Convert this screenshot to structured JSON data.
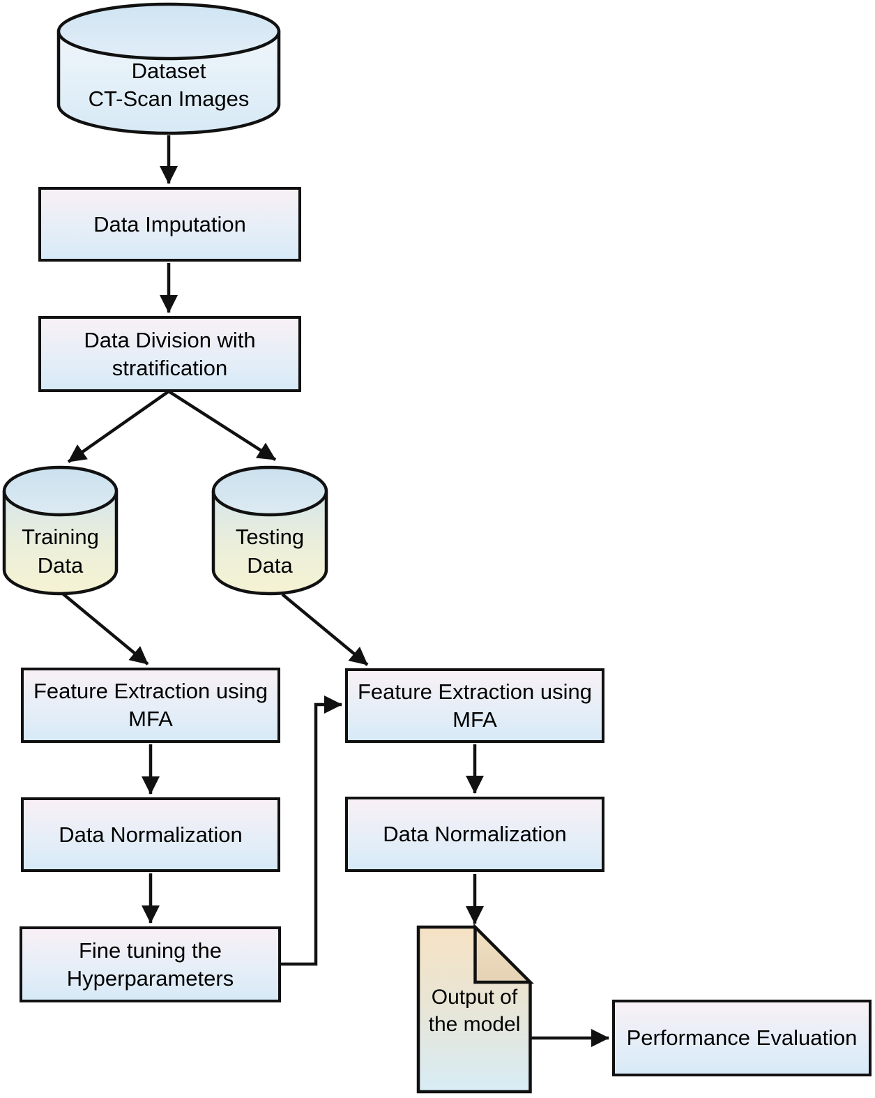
{
  "diagram": {
    "kind": "flowchart",
    "nodes": {
      "dataset": {
        "shape": "cylinder",
        "lines": [
          "Dataset",
          "CT-Scan Images"
        ]
      },
      "data_imputation": {
        "shape": "process",
        "lines": [
          "Data Imputation"
        ]
      },
      "data_division": {
        "shape": "process",
        "lines": [
          "Data Division with",
          "stratification"
        ]
      },
      "training_data": {
        "shape": "cylinder",
        "lines": [
          "Training",
          "Data"
        ]
      },
      "testing_data": {
        "shape": "cylinder",
        "lines": [
          "Testing",
          "Data"
        ]
      },
      "feature_extraction_training": {
        "shape": "process",
        "lines": [
          "Feature Extraction using",
          "MFA"
        ]
      },
      "feature_extraction_testing": {
        "shape": "process",
        "lines": [
          "Feature Extraction using",
          "MFA"
        ]
      },
      "data_normalization_training": {
        "shape": "process",
        "lines": [
          "Data Normalization"
        ]
      },
      "data_normalization_testing": {
        "shape": "process",
        "lines": [
          "Data Normalization"
        ]
      },
      "fine_tuning": {
        "shape": "process",
        "lines": [
          "Fine tuning the",
          "Hyperparameters"
        ]
      },
      "model_output": {
        "shape": "document",
        "lines": [
          "Output of",
          "the model"
        ]
      },
      "performance_evaluation": {
        "shape": "process",
        "lines": [
          "Performance Evaluation"
        ]
      }
    },
    "edges": [
      {
        "from": "dataset",
        "to": "data_imputation"
      },
      {
        "from": "data_imputation",
        "to": "data_division"
      },
      {
        "from": "data_division",
        "to": "training_data"
      },
      {
        "from": "data_division",
        "to": "testing_data"
      },
      {
        "from": "training_data",
        "to": "feature_extraction_training"
      },
      {
        "from": "testing_data",
        "to": "feature_extraction_testing"
      },
      {
        "from": "feature_extraction_training",
        "to": "data_normalization_training"
      },
      {
        "from": "data_normalization_training",
        "to": "fine_tuning"
      },
      {
        "from": "fine_tuning",
        "to": "feature_extraction_testing"
      },
      {
        "from": "feature_extraction_testing",
        "to": "data_normalization_testing"
      },
      {
        "from": "data_normalization_testing",
        "to": "model_output"
      },
      {
        "from": "model_output",
        "to": "performance_evaluation"
      }
    ],
    "colors": {
      "background": "#ffffff",
      "stroke": "#111111",
      "box_gradient_top": "#f8f0f6",
      "box_gradient_bottom": "#d7eaf7",
      "dataset_cylinder_top": "#d5e8f4",
      "dataset_cylinder_body_light": "#f0f6fb",
      "split_cylinder_ellipse": "#cfe3ef",
      "split_cylinder_body_top": "#d6e6ec",
      "split_cylinder_body_bottom": "#f6f3d3",
      "document_top": "#f6e2c4",
      "document_bottom": "#d7ecf6",
      "document_flap": "#ead7bb"
    }
  }
}
